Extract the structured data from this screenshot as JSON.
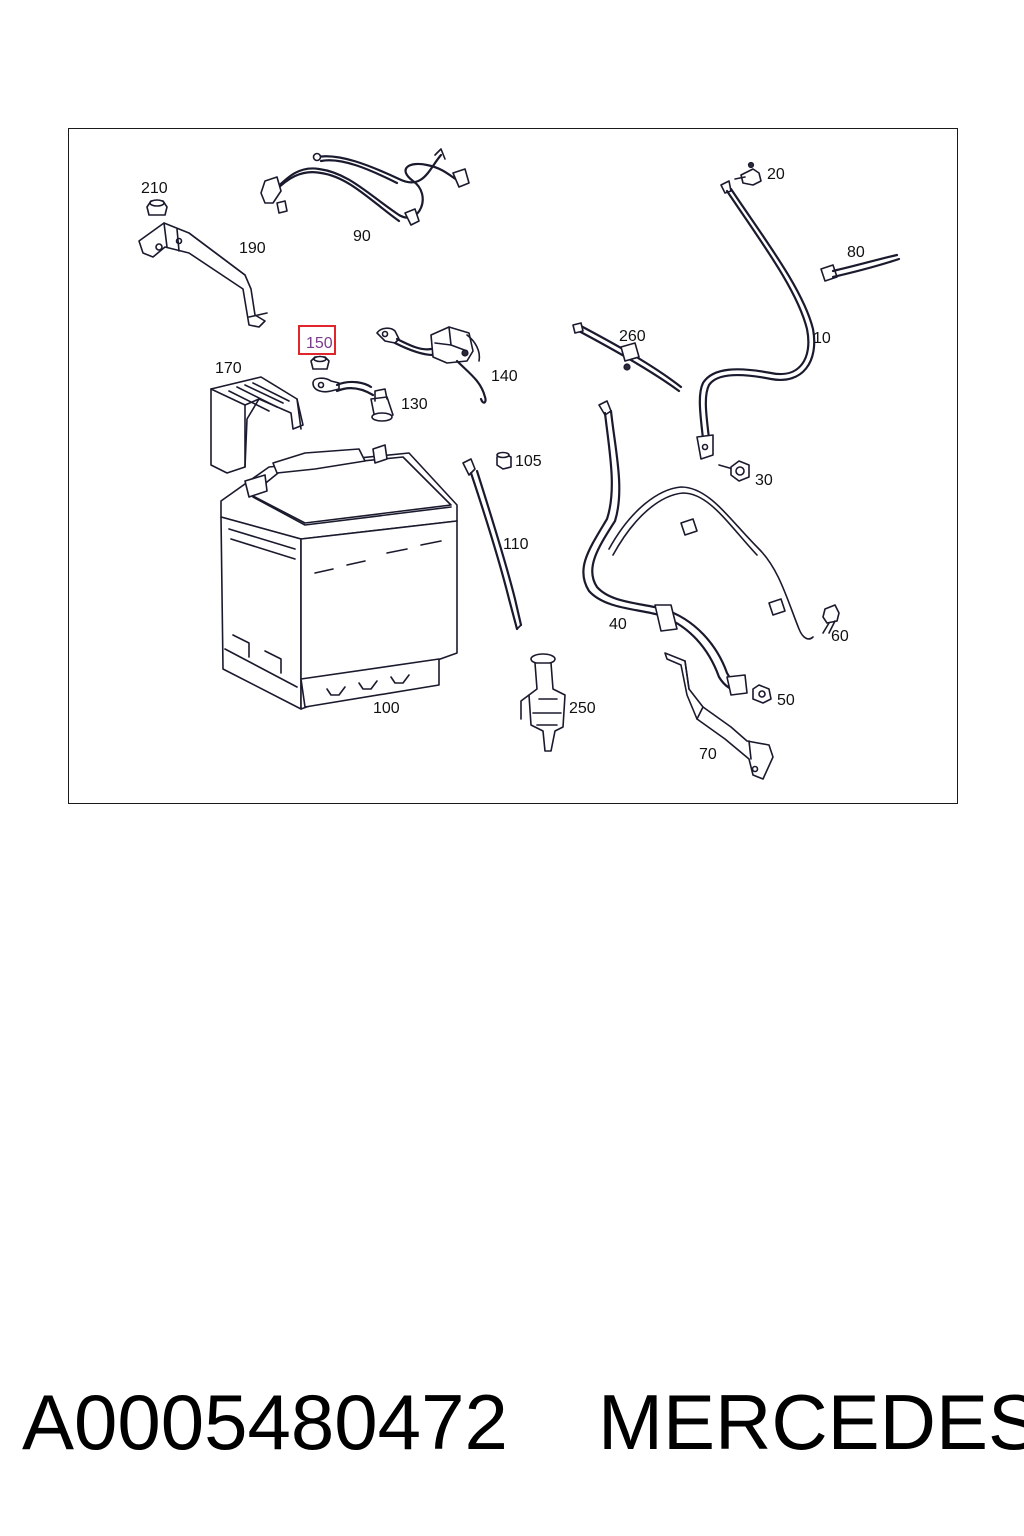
{
  "diagram": {
    "labels": {
      "l10": "10",
      "l20": "20",
      "l30": "30",
      "l40": "40",
      "l50": "50",
      "l60": "60",
      "l70": "70",
      "l80": "80",
      "l90": "90",
      "l100": "100",
      "l105": "105",
      "l110": "110",
      "l130": "130",
      "l140": "140",
      "l150": "150",
      "l170": "170",
      "l190": "190",
      "l210": "210",
      "l250": "250",
      "l260": "260"
    },
    "highlighted_part": "150",
    "colors": {
      "highlight_border": "#e0262a",
      "highlight_text": "#7a3b8c",
      "line_art": "#1a1a2e"
    }
  },
  "footer": {
    "part_number": "A0005480472",
    "brand": "MERCEDES"
  }
}
